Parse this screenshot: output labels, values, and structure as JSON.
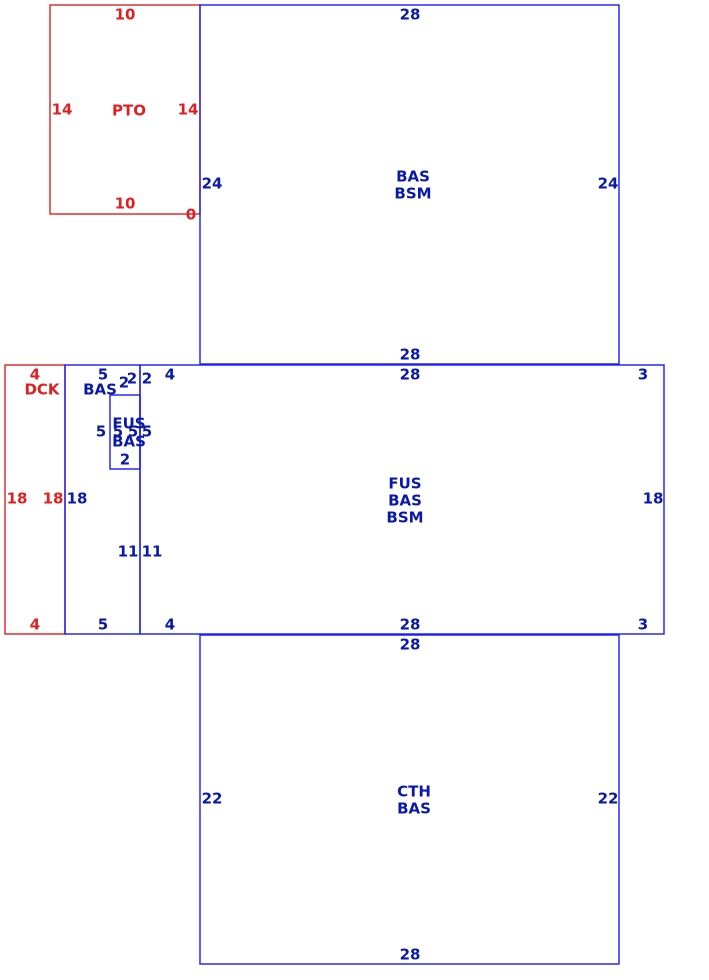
{
  "colors": {
    "blue": "#1a1aff",
    "blue_text": "#0a1aa8",
    "red": "#e02020"
  },
  "areas": [
    {
      "id": "pto",
      "color": "red",
      "labels": [
        "PTO"
      ],
      "edges": {
        "top": "10",
        "bottom": "10",
        "left": "14",
        "right": "14",
        "corner": "0"
      }
    },
    {
      "id": "upper",
      "color": "blue",
      "labels": [
        "BAS",
        "BSM"
      ],
      "edges": {
        "top": "28",
        "bottom": "28",
        "left": "24",
        "right": "24"
      }
    },
    {
      "id": "dck",
      "color": "red",
      "labels": [
        "DCK"
      ],
      "edges": {
        "top": "4",
        "bottom": "4",
        "left": "18",
        "right": "18"
      }
    },
    {
      "id": "west",
      "color": "blue",
      "labels": [
        "BAS"
      ],
      "edges": {
        "top": "5",
        "bottom": "5",
        "left": "18",
        "top_right_a": "2",
        "top_right_b": "2",
        "right_lower": "11"
      }
    },
    {
      "id": "fus-small",
      "color": "blue",
      "labels": [
        "FUS",
        "BAS"
      ],
      "edges": {
        "left": "5",
        "left_inner": "5",
        "right_inner": "5",
        "right": "5",
        "bottom": "2",
        "top": "2"
      }
    },
    {
      "id": "main",
      "color": "blue",
      "labels": [
        "FUS",
        "BAS",
        "BSM"
      ],
      "edges": {
        "top": "28",
        "bottom": "28",
        "top_left": "4",
        "bottom_left": "4",
        "top_right": "3",
        "bottom_right": "3",
        "right": "18",
        "left_lower": "11",
        "left_top": "2"
      }
    },
    {
      "id": "lower",
      "color": "blue",
      "labels": [
        "CTH",
        "BAS"
      ],
      "edges": {
        "top": "28",
        "bottom": "28",
        "left": "22",
        "right": "22"
      }
    }
  ]
}
